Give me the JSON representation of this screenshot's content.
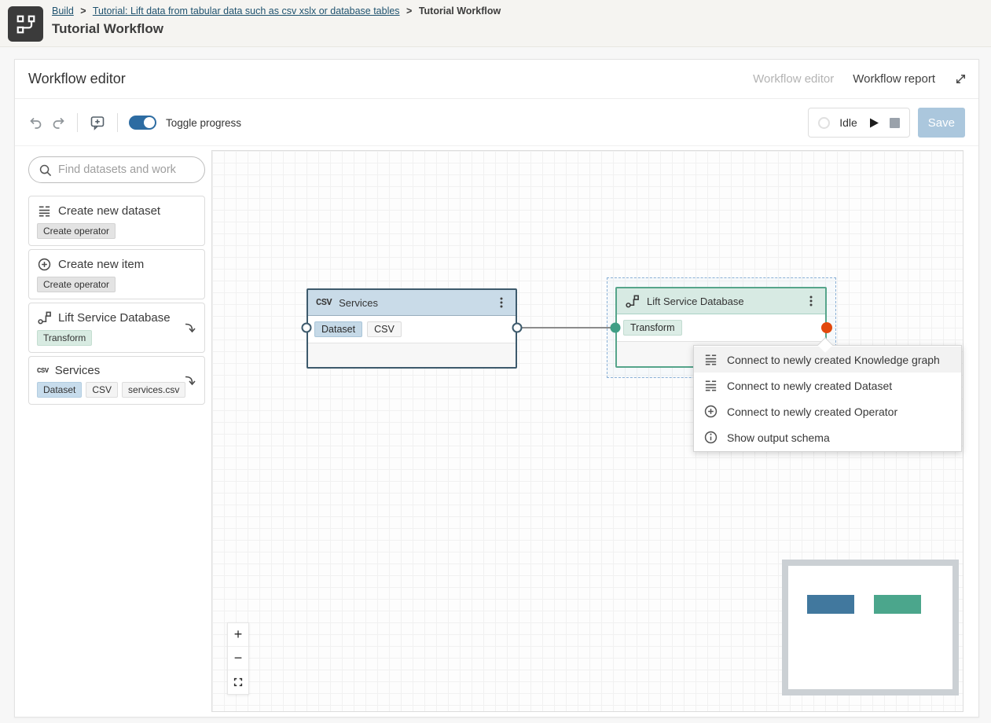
{
  "topbar": {
    "breadcrumb": [
      "Build",
      "Tutorial: Lift data from tabular data such as csv xslx or database tables",
      "Tutorial Workflow"
    ],
    "separator": ">",
    "title": "Tutorial Workflow"
  },
  "panel": {
    "title": "Workflow editor",
    "tabs": [
      {
        "label": "Workflow editor",
        "active": true
      },
      {
        "label": "Workflow report",
        "active": false
      }
    ]
  },
  "toolbar": {
    "toggle_label": "Toggle progress",
    "status_label": "Idle",
    "save_label": "Save"
  },
  "sidebar": {
    "search_placeholder": "Find datasets and work",
    "cards": [
      {
        "title": "Create new dataset",
        "icon": "dataset-icon",
        "tags": [
          {
            "label": "Create operator",
            "type": "neutral"
          }
        ]
      },
      {
        "title": "Create new item",
        "icon": "plus-circle-icon",
        "tags": [
          {
            "label": "Create operator",
            "type": "neutral"
          }
        ]
      },
      {
        "title": "Lift Service Database",
        "icon": "workflow-icon",
        "tags": [
          {
            "label": "Transform",
            "type": "transform"
          }
        ]
      },
      {
        "title": "Services",
        "icon": "csv-icon",
        "icon_text": "CSV",
        "tags": [
          {
            "label": "Dataset",
            "type": "dataset"
          },
          {
            "label": "CSV",
            "type": "neutral-light"
          },
          {
            "label": "services.csv",
            "type": "neutral-light"
          }
        ]
      }
    ]
  },
  "canvas": {
    "nodes": [
      {
        "title": "Services",
        "icon": "csv-icon",
        "icon_text": "CSV",
        "tags": [
          "Dataset",
          "CSV"
        ]
      },
      {
        "title": "Lift Service Database",
        "icon": "workflow-icon",
        "tags": [
          "Transform"
        ],
        "selected": true
      }
    ],
    "context_menu": {
      "items": [
        {
          "label": "Connect to newly created Knowledge graph",
          "icon": "dataset-icon"
        },
        {
          "label": "Connect to newly created Dataset",
          "icon": "dataset-icon"
        },
        {
          "label": "Connect to newly created Operator",
          "icon": "plus-circle-icon"
        },
        {
          "label": "Show output schema",
          "icon": "info-icon"
        }
      ]
    },
    "zoom_controls": {
      "zoom_in": "+",
      "zoom_out": "−"
    }
  },
  "colors": {
    "accent_blue": "#2d6ca2",
    "save_button_bg": "#abc7dd",
    "node_csv_border": "#3d5a6c",
    "node_csv_header": "#c9dbe8",
    "node_lift_border": "#56a58b",
    "node_lift_header": "#d7eae3",
    "port_in_color": "#3f9e85",
    "port_out_color": "#e2480c",
    "minimap_node1": "#41789e",
    "minimap_node2": "#4ba68c"
  }
}
